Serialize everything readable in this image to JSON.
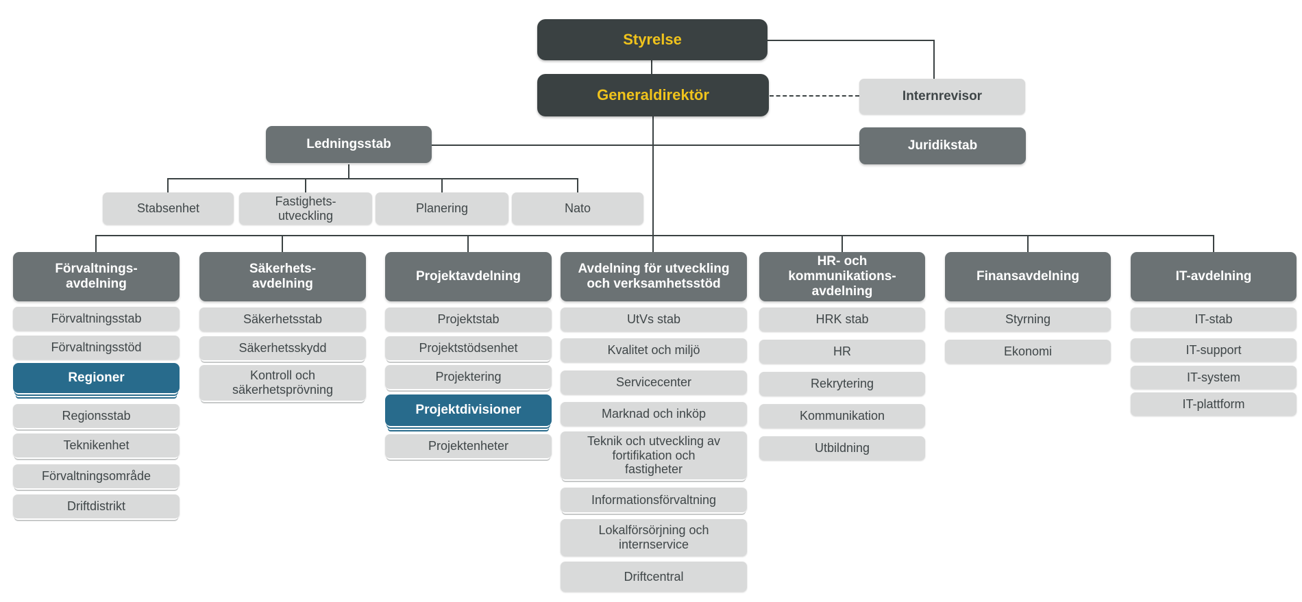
{
  "palette": {
    "dark_box": "#3A4142",
    "gray_box": "#6B7274",
    "light_box": "#D9DADA",
    "accent_box": "#286B8C",
    "accent_text": "#F0C31C",
    "line": "#3A4142"
  },
  "top": {
    "styrelse": "Styrelse",
    "generaldirektor": "Generaldirektör",
    "internrevisor": "Internrevisor",
    "ledningsstab": "Ledningsstab",
    "juridikstab": "Juridikstab"
  },
  "staff_units": [
    {
      "label": "Stabsenhet"
    },
    {
      "label": "Fastighets-\nutveckling"
    },
    {
      "label": "Planering"
    },
    {
      "label": "Nato"
    }
  ],
  "departments": [
    {
      "name": "Förvaltnings-\navdelning",
      "units": [
        {
          "label": "Förvaltningsstab",
          "highlight": false,
          "stacked": false
        },
        {
          "label": "Förvaltningsstöd",
          "highlight": false,
          "stacked": false
        },
        {
          "label": "Regioner",
          "highlight": true,
          "stacked": true
        },
        {
          "label": "Regionsstab",
          "highlight": false,
          "stacked": true
        },
        {
          "label": "Teknikenhet",
          "highlight": false,
          "stacked": true
        },
        {
          "label": "Förvaltningsområde",
          "highlight": false,
          "stacked": true
        },
        {
          "label": "Driftdistrikt",
          "highlight": false,
          "stacked": true
        }
      ]
    },
    {
      "name": "Säkerhets-\navdelning",
      "units": [
        {
          "label": "Säkerhetsstab",
          "highlight": false,
          "stacked": false
        },
        {
          "label": "Säkerhetsskydd",
          "highlight": false,
          "stacked": true
        },
        {
          "label": "Kontroll och\nsäkerhetsprövning",
          "highlight": false,
          "stacked": true
        }
      ]
    },
    {
      "name": "Projektavdelning",
      "units": [
        {
          "label": "Projektstab",
          "highlight": false,
          "stacked": false
        },
        {
          "label": "Projektstödsenhet",
          "highlight": false,
          "stacked": true
        },
        {
          "label": "Projektering",
          "highlight": false,
          "stacked": true
        },
        {
          "label": "Projektdivisioner",
          "highlight": true,
          "stacked": true
        },
        {
          "label": "Projektenheter",
          "highlight": false,
          "stacked": true
        }
      ]
    },
    {
      "name": "Avdelning för utveckling\noch verksamhetsstöd",
      "units": [
        {
          "label": "UtVs stab",
          "highlight": false,
          "stacked": false
        },
        {
          "label": "Kvalitet och miljö",
          "highlight": false,
          "stacked": false
        },
        {
          "label": "Servicecenter",
          "highlight": false,
          "stacked": false
        },
        {
          "label": "Marknad och inköp",
          "highlight": false,
          "stacked": false
        },
        {
          "label": "Teknik och utveckling av\nfortifikation och\nfastigheter",
          "highlight": false,
          "stacked": true
        },
        {
          "label": "Informationsförvaltning",
          "highlight": false,
          "stacked": true
        },
        {
          "label": "Lokalförsörjning och\ninternservice",
          "highlight": false,
          "stacked": false
        },
        {
          "label": "Driftcentral",
          "highlight": false,
          "stacked": false
        }
      ]
    },
    {
      "name": "HR- och\nkommunikations-\navdelning",
      "units": [
        {
          "label": "HRK stab",
          "highlight": false,
          "stacked": false
        },
        {
          "label": "HR",
          "highlight": false,
          "stacked": false
        },
        {
          "label": "Rekrytering",
          "highlight": false,
          "stacked": false
        },
        {
          "label": "Kommunikation",
          "highlight": false,
          "stacked": false
        },
        {
          "label": "Utbildning",
          "highlight": false,
          "stacked": false
        }
      ]
    },
    {
      "name": "Finansavdelning",
      "units": [
        {
          "label": "Styrning",
          "highlight": false,
          "stacked": false
        },
        {
          "label": "Ekonomi",
          "highlight": false,
          "stacked": false
        }
      ]
    },
    {
      "name": "IT-avdelning",
      "units": [
        {
          "label": "IT-stab",
          "highlight": false,
          "stacked": false
        },
        {
          "label": "IT-support",
          "highlight": false,
          "stacked": false
        },
        {
          "label": "IT-system",
          "highlight": false,
          "stacked": false
        },
        {
          "label": "IT-plattform",
          "highlight": false,
          "stacked": false
        }
      ]
    }
  ]
}
